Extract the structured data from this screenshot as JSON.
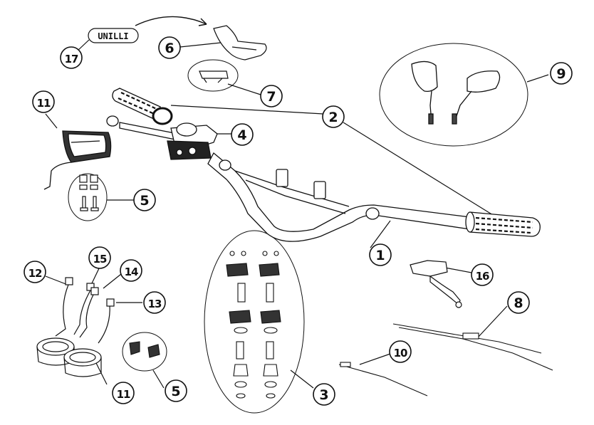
{
  "diagram": {
    "tag_label": "UNILLI",
    "callouts": [
      {
        "id": "c1",
        "label": "1"
      },
      {
        "id": "c2",
        "label": "2"
      },
      {
        "id": "c3",
        "label": "3"
      },
      {
        "id": "c4",
        "label": "4"
      },
      {
        "id": "c5a",
        "label": "5"
      },
      {
        "id": "c5b",
        "label": "5"
      },
      {
        "id": "c6",
        "label": "6"
      },
      {
        "id": "c7",
        "label": "7"
      },
      {
        "id": "c8",
        "label": "8"
      },
      {
        "id": "c9",
        "label": "9"
      },
      {
        "id": "c10",
        "label": "10"
      },
      {
        "id": "c11a",
        "label": "11"
      },
      {
        "id": "c11b",
        "label": "11"
      },
      {
        "id": "c12",
        "label": "12"
      },
      {
        "id": "c13",
        "label": "13"
      },
      {
        "id": "c14",
        "label": "14"
      },
      {
        "id": "c15",
        "label": "15"
      },
      {
        "id": "c16",
        "label": "16"
      },
      {
        "id": "c17",
        "label": "17"
      }
    ]
  }
}
